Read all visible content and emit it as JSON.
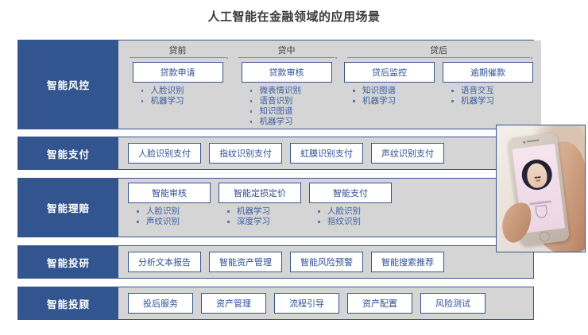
{
  "title": "人工智能在金融领域的应用场景",
  "rows": [
    {
      "label": "智能风控",
      "groups": [
        {
          "head": "贷前",
          "items": [
            {
              "chip": "贷款申请",
              "bullets": [
                "人脸识别",
                "机器学习"
              ]
            }
          ]
        },
        {
          "head": "贷中",
          "items": [
            {
              "chip": "贷款审核",
              "bullets": [
                "微表情识别",
                "语音识别",
                "知识图谱",
                "机器学习"
              ]
            }
          ]
        },
        {
          "head": "贷后",
          "items": [
            {
              "chip": "贷后监控",
              "bullets": [
                "知识图谱",
                "机器学习"
              ]
            },
            {
              "chip": "逾期催款",
              "bullets": [
                "语音交互",
                "机器学习"
              ]
            }
          ]
        }
      ]
    },
    {
      "label": "智能支付",
      "chips": [
        "人脸识别支付",
        "指纹识别支付",
        "虹膜识别支付",
        "声纹识别支付"
      ]
    },
    {
      "label": "智能理赔",
      "columns": [
        {
          "chip": "智能审核",
          "bullets": [
            "人脸识别",
            "声纹识别"
          ]
        },
        {
          "chip": "智能定损定价",
          "bullets": [
            "机器学习",
            "深度学习"
          ]
        },
        {
          "chip": "智能支付",
          "bullets": [
            "人脸识别",
            "指纹识别"
          ]
        }
      ]
    },
    {
      "label": "智能投研",
      "chips": [
        "分析文本报告",
        "智能资产管理",
        "智能风险预警",
        "智能搜索推荐"
      ]
    },
    {
      "label": "智能投顾",
      "chips": [
        "投后服务",
        "资产管理",
        "流程引导",
        "资产配置",
        "风险测试"
      ]
    }
  ],
  "photo": {
    "name": "face-recognition-phone-photo",
    "description": "手持手机人脸识别照片"
  },
  "colors": {
    "brand_blue": "#33558f",
    "panel_gray": "#d5d5d5",
    "chip_text": "#2e4f96",
    "bullet_text": "#3c5fa0",
    "title_text": "#3a3a3a"
  }
}
